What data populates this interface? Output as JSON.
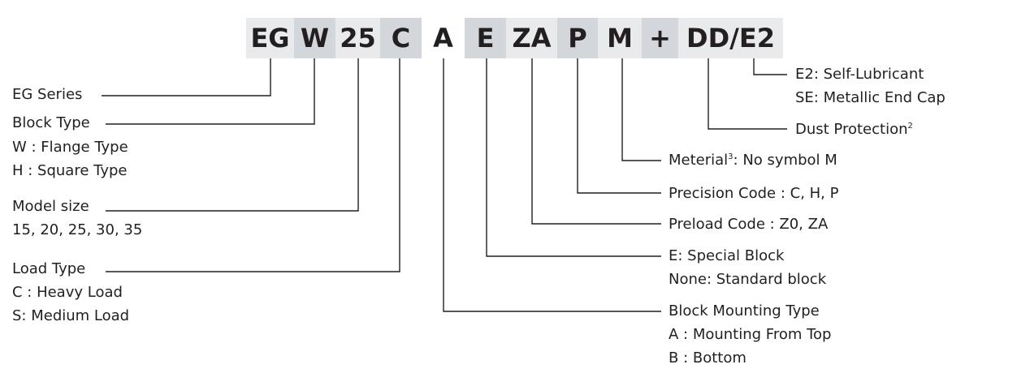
{
  "code_segments": {
    "eg": "EG",
    "w": "W",
    "size": "25",
    "c": "C",
    "a": "A",
    "e": "E",
    "za": "ZA",
    "p": "P",
    "m": "M",
    "plus": "+",
    "dd": "DD/E2"
  },
  "left_labels": {
    "series": "EG Series",
    "block_type": {
      "title": "Block Type",
      "opt1": "W : Flange Type",
      "opt2": "H : Square Type"
    },
    "model_size": {
      "title": "Model size",
      "values": "15, 20, 25, 30, 35"
    },
    "load_type": {
      "title": "Load Type",
      "opt1": "C : Heavy Load",
      "opt2": "S: Medium Load"
    }
  },
  "right_labels": {
    "lubricant": {
      "line1": "E2: Self-Lubricant",
      "line2": "SE: Metallic End Cap"
    },
    "dust": {
      "text": "Dust Protection",
      "sup": "2"
    },
    "material": {
      "pre": "Meterial",
      "sup": "3",
      "post": ": No symbol M"
    },
    "precision": "Precision Code : C, H, P",
    "preload": "Preload Code : Z0, ZA",
    "special": {
      "line1": "E: Special Block",
      "line2": "None: Standard block"
    },
    "mounting": {
      "title": "Block Mounting Type",
      "opt1": "A : Mounting From Top",
      "opt2": "B : Bottom"
    }
  },
  "colors": {
    "text": "#231f20",
    "box_light": "#e9eaec",
    "box_dark": "#d3d6da",
    "line": "#231f20"
  }
}
